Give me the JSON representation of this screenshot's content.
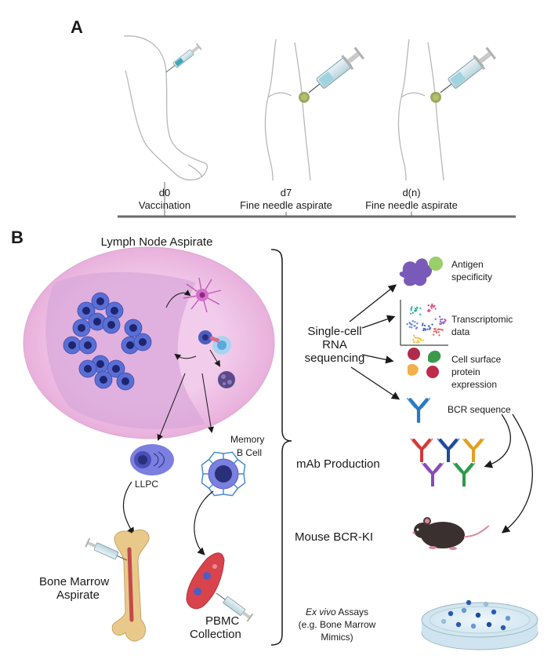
{
  "panel_a": {
    "letter": "A",
    "timepoints": [
      {
        "day": "d0",
        "label": "Vaccination"
      },
      {
        "day": "d7",
        "label": "Fine needle aspirate"
      },
      {
        "day": "d(n)",
        "label": "Fine needle aspirate"
      }
    ]
  },
  "panel_b": {
    "letter": "B",
    "lymph_node_title": "Lymph Node Aspirate",
    "llpc_label": "LLPC",
    "memory_b_label_line1": "Memory",
    "memory_b_label_line2": "B Cell",
    "bone_marrow_line1": "Bone Marrow",
    "bone_marrow_line2": "Aspirate",
    "pbmc_line1": "PBMC",
    "pbmc_line2": "Collection",
    "scrna_line1": "Single-cell",
    "scrna_line2": "RNA",
    "scrna_line3": "sequencing",
    "mab_label": "mAb Production",
    "mouse_label": "Mouse BCR-KI",
    "exvivo_italic": "Ex vivo",
    "exvivo_rest": " Assays",
    "exvivo_line2": "(e.g. Bone Marrow",
    "exvivo_line3": "Mimics)",
    "outputs": {
      "antigen_line1": "Antigen",
      "antigen_line2": "specificity",
      "transcript_line1": "Transcriptomic",
      "transcript_line2": "data",
      "surface_line1": "Cell surface",
      "surface_line2": "protein",
      "surface_line3": "expression",
      "bcr": "BCR sequence"
    }
  },
  "colors": {
    "skin_outline": "#b7b7b7",
    "timeline": "#6b6b6b",
    "lymph_outer": "#f1c6e8",
    "lymph_inner": "#d9a8d9",
    "b_cell": "#4a5fc4",
    "b_cell_nucleus": "#2a2f7a",
    "bone": "#e8c98a",
    "blood": "#d9434b",
    "mouse": "#3a3030"
  }
}
